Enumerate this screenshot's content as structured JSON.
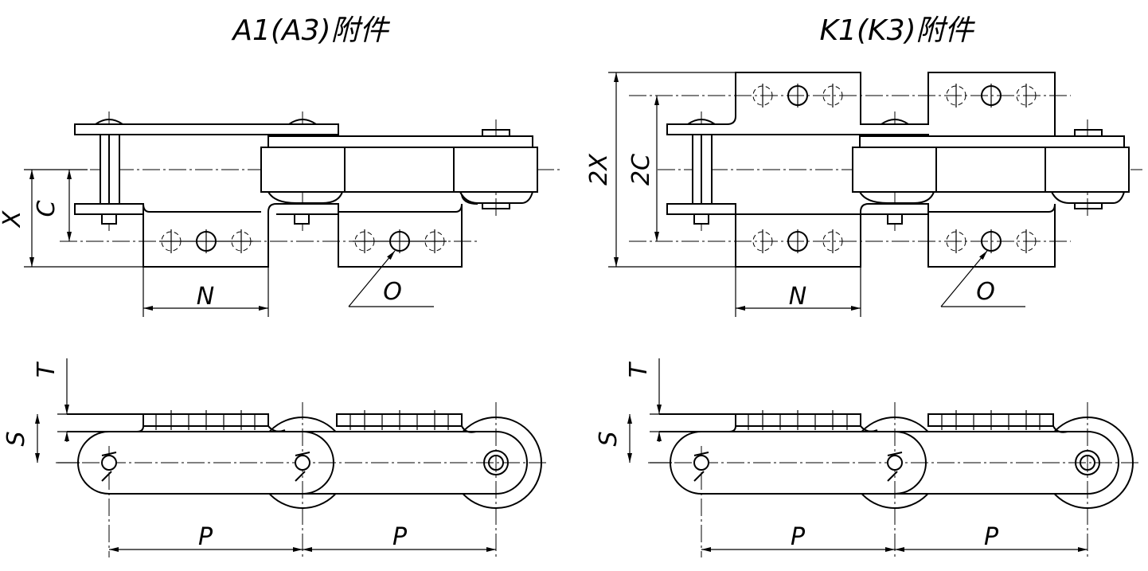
{
  "titles": {
    "left": "A1(A3)附件",
    "right": "K1(K3)附件"
  },
  "dims": {
    "X": "X",
    "C": "C",
    "N": "N",
    "O": "O",
    "T": "T",
    "S": "S",
    "P": "P",
    "twoX": "2X",
    "twoC": "2C"
  }
}
